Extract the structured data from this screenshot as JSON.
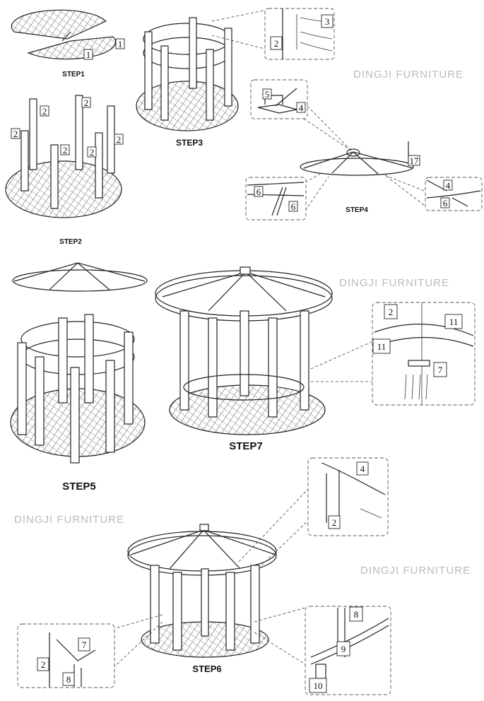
{
  "watermark": "DINGJI FURNITURE",
  "steps": {
    "step1": "STEP1",
    "step2": "STEP2",
    "step3": "STEP3",
    "step4": "STEP4",
    "step5": "STEP5",
    "step6": "STEP6",
    "step7": "STEP7"
  },
  "parts": {
    "p1": "1",
    "p2": "2",
    "p3": "3",
    "p4": "4",
    "p5": "5",
    "p6": "6",
    "p7": "7",
    "p8": "8",
    "p9": "9",
    "p10": "10",
    "p11": "11",
    "p17": "17"
  }
}
